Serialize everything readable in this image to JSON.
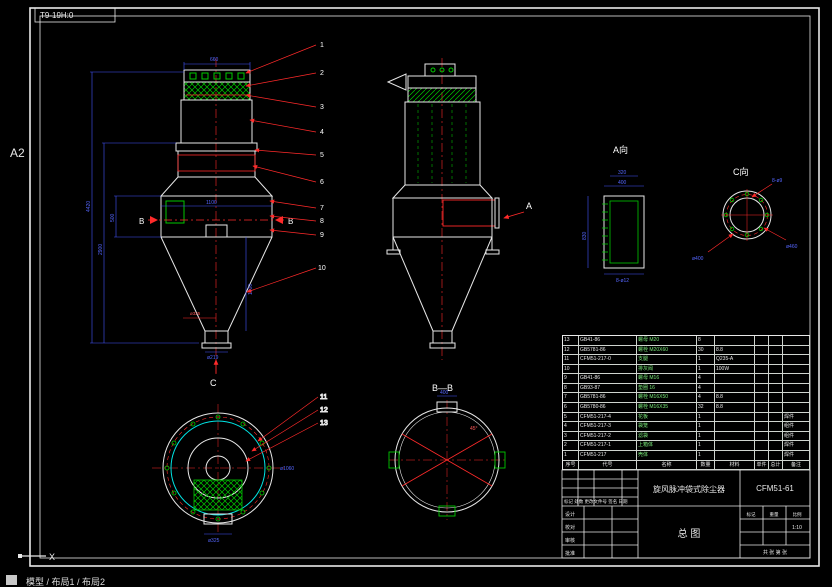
{
  "app": {
    "frame_label": "T9-19H:0",
    "sheet_size": "A2",
    "ucs_axis": "X",
    "status_tabs": "模型 / 布局1 / 布局2"
  },
  "balloons": [
    "1",
    "2",
    "3",
    "4",
    "5",
    "6",
    "7",
    "8",
    "9",
    "10",
    "11",
    "12",
    "13"
  ],
  "view_labels": {
    "a_dir": "A",
    "b_left": "B",
    "b_right": "B",
    "c_dir": "C",
    "a_view": "A向",
    "c_view": "C向",
    "bb_section": "B—B"
  },
  "dims": {
    "front_height_overall": "4420",
    "front_height_body": "2900",
    "front_height_mid": "500",
    "front_top_width": "660",
    "front_mid_width": "1100",
    "front_cone_height": "1000",
    "front_outlet_dia": "ø219",
    "front_outlet_dia_red": "ø325",
    "a_detail_height": "830",
    "a_detail_width": "400",
    "a_detail_width2": "320",
    "a_detail_holes": "8-ø12",
    "c_detail_holes": "8-ø9",
    "c_detail_dia_outer": "ø460",
    "c_detail_dia_inner": "ø400",
    "bb_top_width": "400",
    "bb_angle": "45°",
    "bottom_outlet_dia": "ø325",
    "bottom_flange_dia": "ø1060"
  },
  "parts_table": {
    "columns": [
      "序号",
      "代号",
      "名称",
      "数量",
      "材料",
      "单件",
      "总计",
      "备注"
    ],
    "rows": [
      {
        "no": "13",
        "code": "GB41-86",
        "name": "螺母 M20",
        "qty": "8",
        "material": "",
        "note": ""
      },
      {
        "no": "12",
        "code": "GB5781-86",
        "name": "螺栓 M20X60",
        "qty": "30",
        "material": "8.8",
        "note": ""
      },
      {
        "no": "11",
        "code": "CFM51-217-0",
        "name": "支腿",
        "qty": "1",
        "material": "Q235-A",
        "note": ""
      },
      {
        "no": "10",
        "code": "",
        "name": "排灰阀",
        "qty": "1",
        "material": "100W",
        "note": ""
      },
      {
        "no": "9",
        "code": "GB41-86",
        "name": "螺母 M16",
        "qty": "4",
        "material": "",
        "note": ""
      },
      {
        "no": "8",
        "code": "GB93-87",
        "name": "垫圈 16",
        "qty": "4",
        "material": "",
        "note": ""
      },
      {
        "no": "7",
        "code": "GB5781-86",
        "name": "螺栓 M16X50",
        "qty": "4",
        "material": "8.8",
        "note": ""
      },
      {
        "no": "6",
        "code": "GB5780-86",
        "name": "螺栓 M16X35",
        "qty": "32",
        "material": "8.8",
        "note": ""
      },
      {
        "no": "5",
        "code": "CFM51-217-4",
        "name": "花板",
        "qty": "1",
        "material": "",
        "note": "焊件"
      },
      {
        "no": "4",
        "code": "CFM51-217-3",
        "name": "袋笼",
        "qty": "1",
        "material": "",
        "note": "组件"
      },
      {
        "no": "3",
        "code": "CFM51-217-2",
        "name": "滤袋",
        "qty": "1",
        "material": "",
        "note": "组件"
      },
      {
        "no": "2",
        "code": "CFM51-217-1",
        "name": "上箱体",
        "qty": "1",
        "material": "",
        "note": "焊件"
      },
      {
        "no": "1",
        "code": "CFM51-217",
        "name": "壳体",
        "qty": "1",
        "material": "",
        "note": "焊件"
      }
    ]
  },
  "title_block": {
    "product_name": "旋风脉冲袋式除尘器",
    "drawing_no": "CFM51-61",
    "drawing_type": "总 图",
    "rev_labels": "标记 处数 更改文件号 签名 日期",
    "sig_design": "设计",
    "sig_check": "校对",
    "sig_audit": "审核",
    "sig_approve": "批准",
    "hdr_mark": "标记",
    "hdr_weight": "重量",
    "hdr_scale": "比例",
    "scale": "1:10",
    "sheet_label": "共 张 第 张"
  }
}
